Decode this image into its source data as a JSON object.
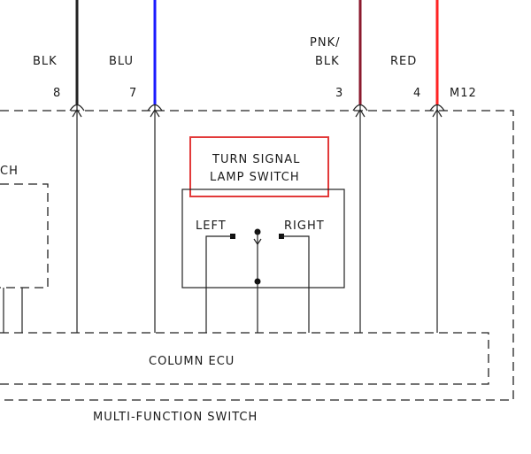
{
  "wires": [
    {
      "color_label": "BLK",
      "pin": "8",
      "color": "#222222"
    },
    {
      "color_label": "BLU",
      "pin": "7",
      "color": "#1a1aff"
    },
    {
      "color_label_line1": "PNK/",
      "color_label_line2": "BLK",
      "pin": "3",
      "color": "#8b1a2e"
    },
    {
      "color_label": "RED",
      "pin": "4",
      "color": "#ff2222"
    }
  ],
  "connector": "M12",
  "left_switch_label": "CH",
  "callout": {
    "line1": "TURN SIGNAL",
    "line2": "LAMP SWITCH",
    "border_color": "#e23a3a"
  },
  "switch_positions": {
    "left": "LEFT",
    "right": "RIGHT"
  },
  "column_ecu": "COLUMN ECU",
  "multi_function_switch": "MULTI-FUNCTION SWITCH"
}
